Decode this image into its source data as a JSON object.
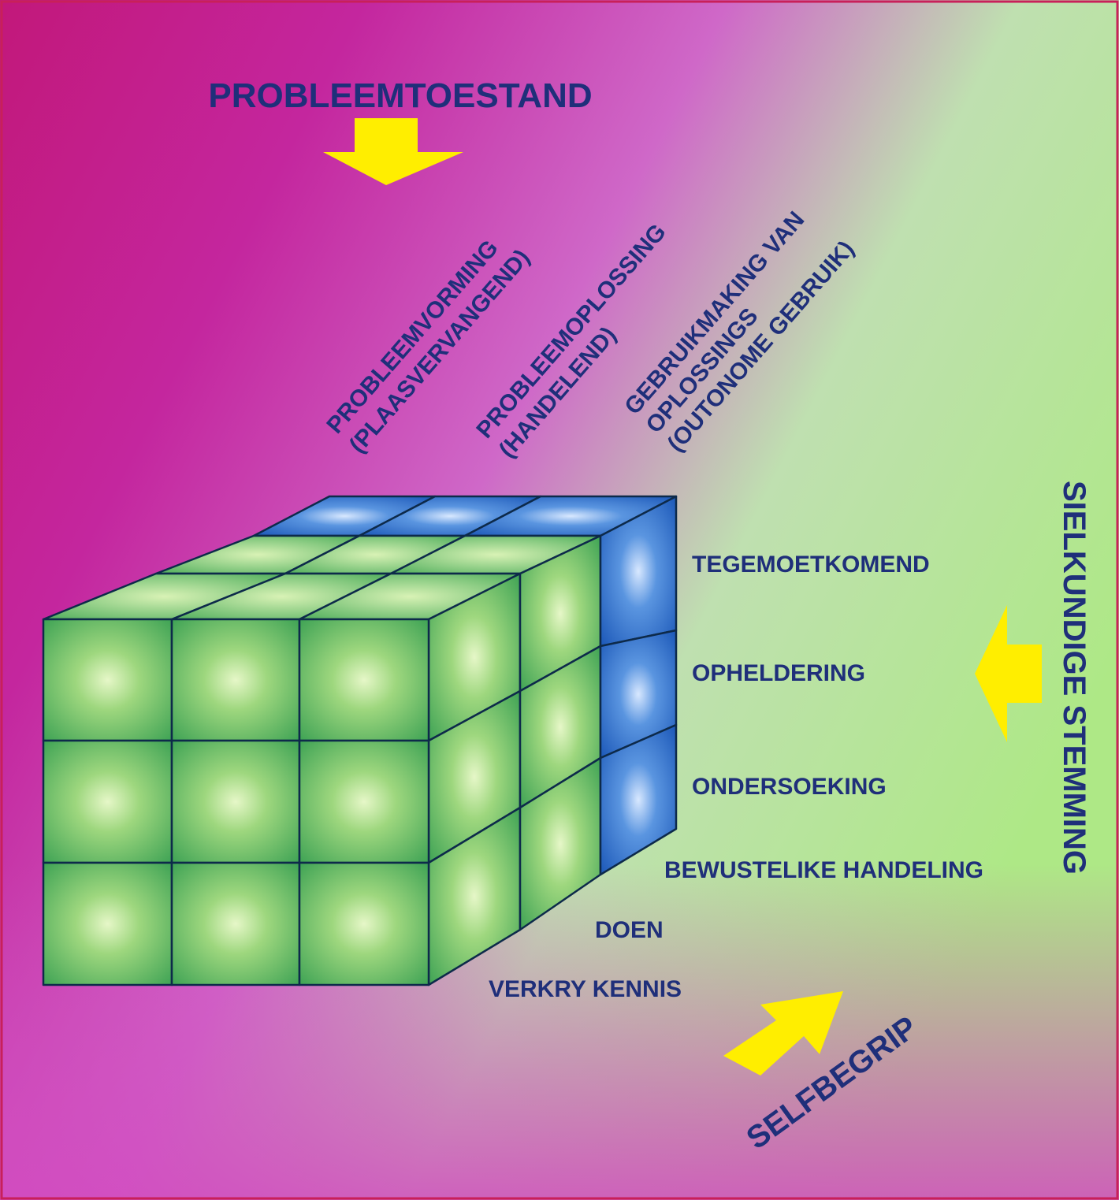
{
  "title": "PROBLEEMTOESTAND",
  "column_labels": [
    {
      "line1": "PROBLEEMVORMING",
      "line2": "(PLAASVERVANGEND)"
    },
    {
      "line1": "PROBLEEMOPLOSSING",
      "line2": "(HANDELEND)"
    },
    {
      "line1": "GEBRUIKMAKING VAN",
      "line2": "OPLOSSINGS",
      "line3": "(OUTONOME GEBRUIK)"
    }
  ],
  "right_labels": [
    "TEGEMOETKOMEND",
    "OPHELDERING",
    "ONDERSOEKING"
  ],
  "depth_labels": [
    "BEWUSTELIKE HANDELING",
    "DOEN",
    "VERKRY KENNIS"
  ],
  "right_axis_title": "SIELKUNDIGE STEMMING",
  "bottom_axis_title": "SELFBEGRIP",
  "colors": {
    "label_text": "#1f2f7a",
    "arrow": "#ffee00",
    "cube_green": "#3fae59",
    "cube_blue": "#1f5fc0",
    "cube_edge": "#0d2a4a"
  }
}
